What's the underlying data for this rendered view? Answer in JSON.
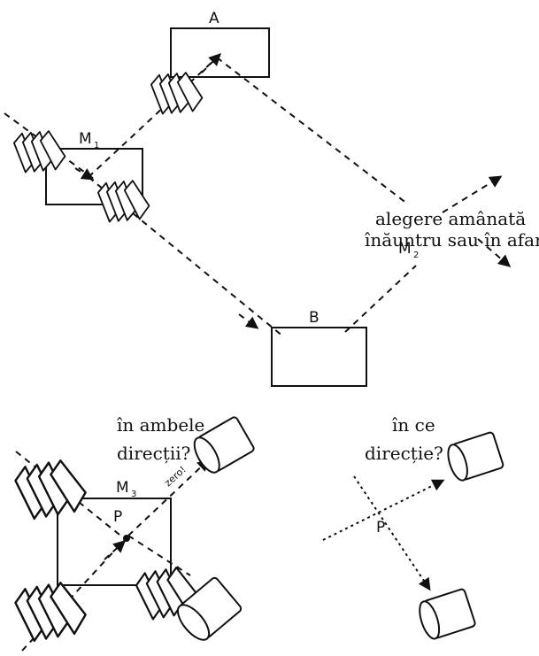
{
  "labels": {
    "A": "A",
    "B": "B",
    "M1": "M",
    "M1_sub": "1",
    "M2": "M",
    "M2_sub": "2",
    "M3": "M",
    "M3_sub": "3",
    "P_left": "P",
    "P_right": "P",
    "zero": "zero!"
  },
  "captions": {
    "delayed_line1": "alegere amânată",
    "delayed_line2": "înăuntru sau în afară",
    "both_line1": "în ambele",
    "both_line2": "direcții?",
    "which_line1": "în ce",
    "which_line2": "direcție?"
  }
}
